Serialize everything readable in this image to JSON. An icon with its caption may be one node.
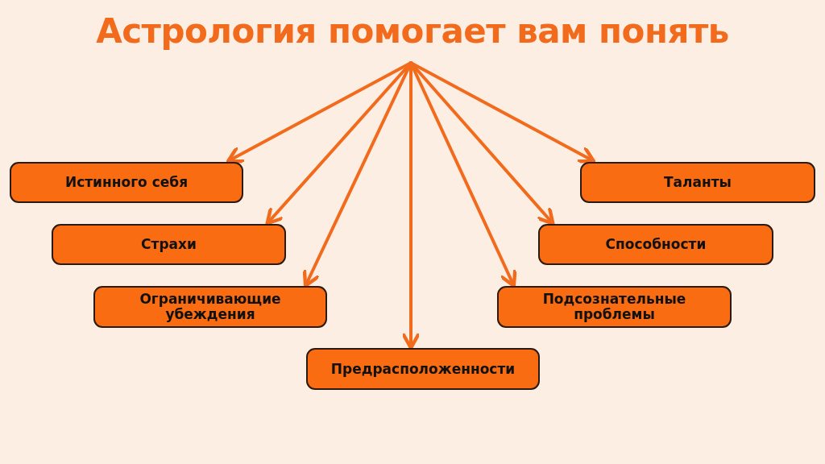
{
  "diagram": {
    "title": "Астрология помогает вам понять",
    "nodes": [
      {
        "text": [
          "Истинного себя"
        ]
      },
      {
        "text": [
          "Страхи"
        ]
      },
      {
        "text": [
          "Ограничивающие убеждения"
        ]
      },
      {
        "text": [
          "Предрасположенности"
        ]
      },
      {
        "text": [
          "Таланты"
        ]
      },
      {
        "text": [
          "Способности"
        ]
      },
      {
        "text": [
          "Подсознательные проблемы"
        ]
      }
    ],
    "edges": [
      {
        "from": null,
        "to": 0,
        "arrow": "to"
      },
      {
        "from": null,
        "to": 1,
        "arrow": "to"
      },
      {
        "from": null,
        "to": 2,
        "arrow": "to"
      },
      {
        "from": null,
        "to": 3,
        "arrow": "to"
      },
      {
        "from": null,
        "to": 4,
        "arrow": "to"
      },
      {
        "from": null,
        "to": 5,
        "arrow": "to"
      },
      {
        "from": null,
        "to": 6,
        "arrow": "to"
      }
    ]
  }
}
